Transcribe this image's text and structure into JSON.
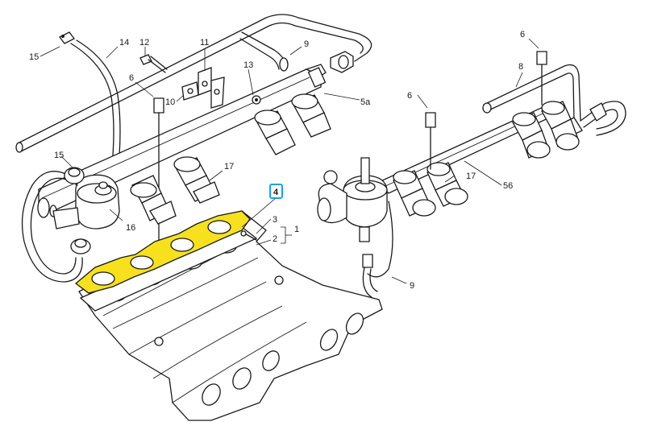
{
  "diagram": {
    "labels": {
      "l1": "1",
      "l2": "2",
      "l3": "3",
      "l4": "4",
      "l5a": "5a",
      "l56": "56",
      "l6a": "6",
      "l6b": "6",
      "l6c": "6",
      "l8": "8",
      "l9a": "9",
      "l9b": "9",
      "l10": "10",
      "l11": "11",
      "l12": "12",
      "l13": "13",
      "l14": "14",
      "l15a": "15",
      "l15b": "15",
      "l16": "16",
      "l17a": "17",
      "l17b": "17"
    },
    "highlighted_part": "4",
    "colors": {
      "highlight_fill": "#f7e11e",
      "callout_border": "#1aa3dc",
      "line": "#1a1a1a"
    }
  }
}
